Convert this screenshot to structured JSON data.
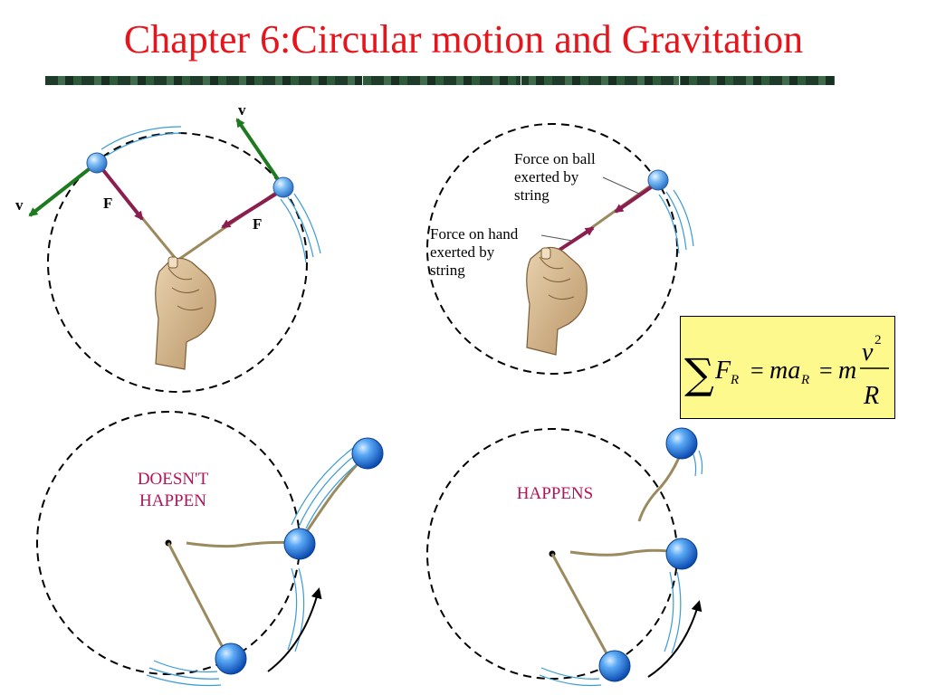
{
  "slide": {
    "title": "Chapter 6:Circular motion and Gravitation",
    "title_color": "#e8141b"
  },
  "diagram_top_left": {
    "velocity_label_top": "v",
    "velocity_label_left": "v",
    "force_label_left": "F",
    "force_label_right": "F"
  },
  "diagram_top_right": {
    "label_force_on_ball": [
      "Force on ball",
      "exerted by",
      "string"
    ],
    "label_force_on_hand": [
      "Force on hand",
      "exerted by",
      "string"
    ]
  },
  "diagram_bottom_left": {
    "caption": [
      "DOESN'T",
      "HAPPEN"
    ]
  },
  "diagram_bottom_right": {
    "caption": [
      "HAPPENS"
    ]
  },
  "colors": {
    "velocity_arrow": "#1e7a1e",
    "force_arrow": "#8c1d4f",
    "caption_text": "#b0145a",
    "formula_box": "#fdf98d",
    "ball": "#1f6fd8"
  }
}
